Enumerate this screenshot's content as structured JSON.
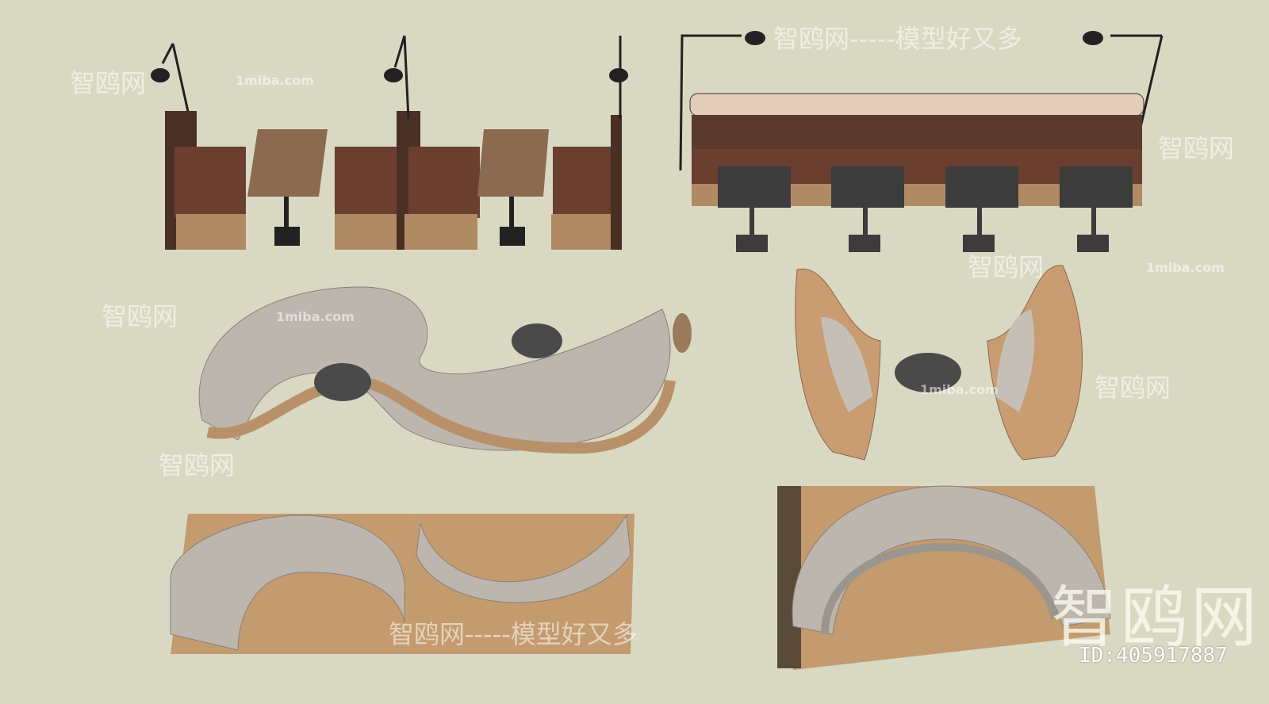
{
  "watermarks": {
    "brand_line": "智鸥网-----模型好又多",
    "brand_short": "智鸥网",
    "site": "1miba.com",
    "logo": "智鸥网",
    "model_id": "ID:405917887"
  },
  "colors": {
    "background": "#d9d9c3",
    "wood": "#b8916a",
    "leather_brown": "#5a3a2c",
    "upholstery_gray": "#bcb6ae",
    "table_dark": "#3c3c3c"
  }
}
